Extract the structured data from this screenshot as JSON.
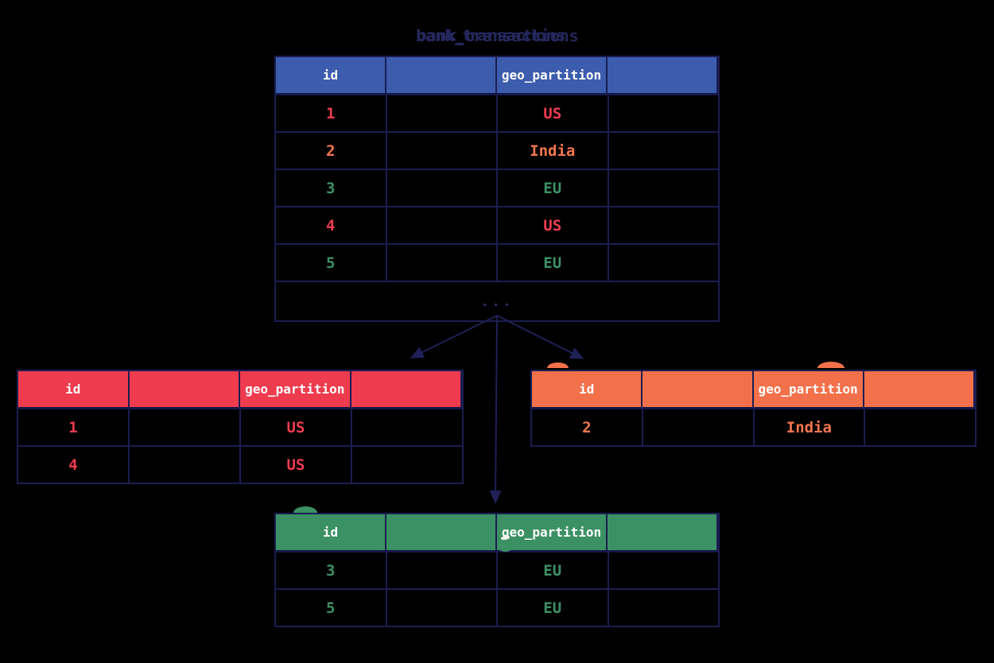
{
  "title": "bank_transactions",
  "ellipsis": "...",
  "tables": {
    "main": {
      "name": "bank_transactions",
      "columns": [
        "id",
        "",
        "geo_partition",
        ""
      ],
      "rows": [
        {
          "id": "1",
          "geo_partition": "US",
          "tone": "red"
        },
        {
          "id": "2",
          "geo_partition": "India",
          "tone": "orange"
        },
        {
          "id": "3",
          "geo_partition": "EU",
          "tone": "green"
        },
        {
          "id": "4",
          "geo_partition": "US",
          "tone": "red"
        },
        {
          "id": "5",
          "geo_partition": "EU",
          "tone": "green"
        }
      ]
    },
    "us_partition": {
      "columns": [
        "id",
        "",
        "geo_partition",
        ""
      ],
      "rows": [
        {
          "id": "1",
          "geo_partition": "US",
          "tone": "red"
        },
        {
          "id": "4",
          "geo_partition": "US",
          "tone": "red"
        }
      ]
    },
    "india_partition": {
      "columns": [
        "id",
        "",
        "geo_partition",
        ""
      ],
      "rows": [
        {
          "id": "2",
          "geo_partition": "India",
          "tone": "orange"
        }
      ]
    },
    "eu_partition": {
      "columns": [
        "id",
        "",
        "geo_partition",
        ""
      ],
      "rows": [
        {
          "id": "3",
          "geo_partition": "EU",
          "tone": "green"
        },
        {
          "id": "5",
          "geo_partition": "EU",
          "tone": "green"
        }
      ]
    }
  },
  "colors": {
    "background": "#000000",
    "border_navy": "#1b1e52",
    "arrow_navy": "#1e2157",
    "title_navy": "#23275a",
    "header_blue": "#3c5cae",
    "header_red": "#ee3b4e",
    "header_orange": "#f2714a",
    "header_green": "#3c9164",
    "text_red": "#ee3b4e",
    "text_orange": "#f3764d",
    "text_green": "#3c9164",
    "header_text": "#ffffff"
  },
  "icons": {
    "arrowhead": "filled triangle marker",
    "emoji_fragments": [
      "arc-green",
      "arc-orange-left",
      "arc-orange-right",
      "tick-white",
      "crescent-green"
    ]
  }
}
